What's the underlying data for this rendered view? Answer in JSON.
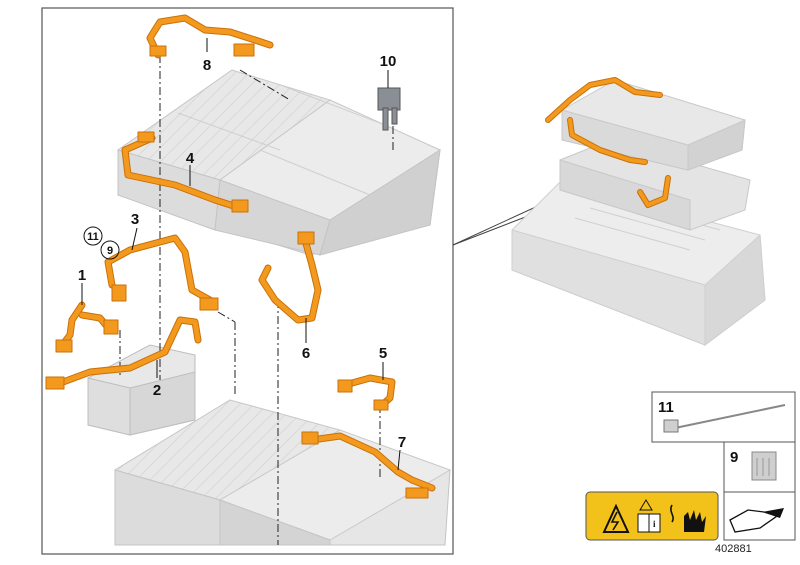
{
  "diagram": {
    "callouts": [
      {
        "id": "1",
        "label": "1"
      },
      {
        "id": "2",
        "label": "2"
      },
      {
        "id": "3",
        "label": "3"
      },
      {
        "id": "4",
        "label": "4"
      },
      {
        "id": "5",
        "label": "5"
      },
      {
        "id": "6",
        "label": "6"
      },
      {
        "id": "7",
        "label": "7"
      },
      {
        "id": "8",
        "label": "8"
      },
      {
        "id": "9",
        "label": "9"
      },
      {
        "id": "10",
        "label": "10"
      },
      {
        "id": "11",
        "label": "11"
      }
    ],
    "circled_callouts": [
      {
        "id": "11",
        "label": "11"
      },
      {
        "id": "9",
        "label": "9"
      }
    ],
    "side_panel": {
      "item_11_label": "11",
      "item_9_label": "9"
    },
    "diagram_number": "402881",
    "colors": {
      "cable": "#f39a1e",
      "cable_dark": "#c9700a",
      "housing": "#e4e4e4",
      "housing_line": "#bdbdbd",
      "warning_yellow": "#f3c21a",
      "frame": "#555555"
    },
    "icons": [
      "high-voltage-warning-icon",
      "read-manual-icon",
      "no-touch-hand-icon",
      "tool-arrow-icon"
    ]
  }
}
